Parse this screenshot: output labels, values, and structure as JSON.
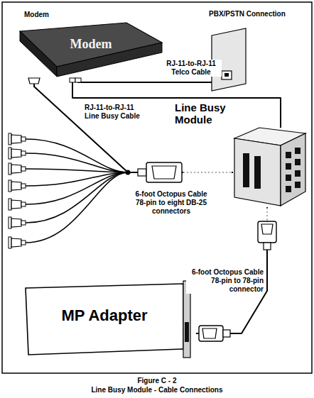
{
  "diagram": {
    "caption": "Figure C - 2",
    "nodes": [
      {
        "text": [
          "Modem",
          "Modem"
        ]
      },
      {
        "text": [
          "PBX/PSTN Connection"
        ]
      },
      {
        "text": [
          "Line Busy Module"
        ]
      },
      {
        "text": [
          "MP Adapter"
        ]
      }
    ],
    "edges": [
      {
        "from": 0,
        "to": 1,
        "arrow": "none",
        "label": "RJ-11-to-RJ-11 Telco Cable"
      },
      {
        "from": 0,
        "to": 2,
        "arrow": "none",
        "label": "RJ-11-to-RJ-11 Line Busy Cable"
      },
      {
        "from": 0,
        "to": 2,
        "arrow": "none",
        "label": "6-foot Octopus Cable 78-pin to eight DB-25 connectors"
      },
      {
        "from": 2,
        "to": 3,
        "arrow": "none",
        "label": "6-foot Octopus Cable 78-pin to 78-pin connector"
      }
    ],
    "labels": [
      "Line Busy Module - Cable Connections"
    ]
  }
}
